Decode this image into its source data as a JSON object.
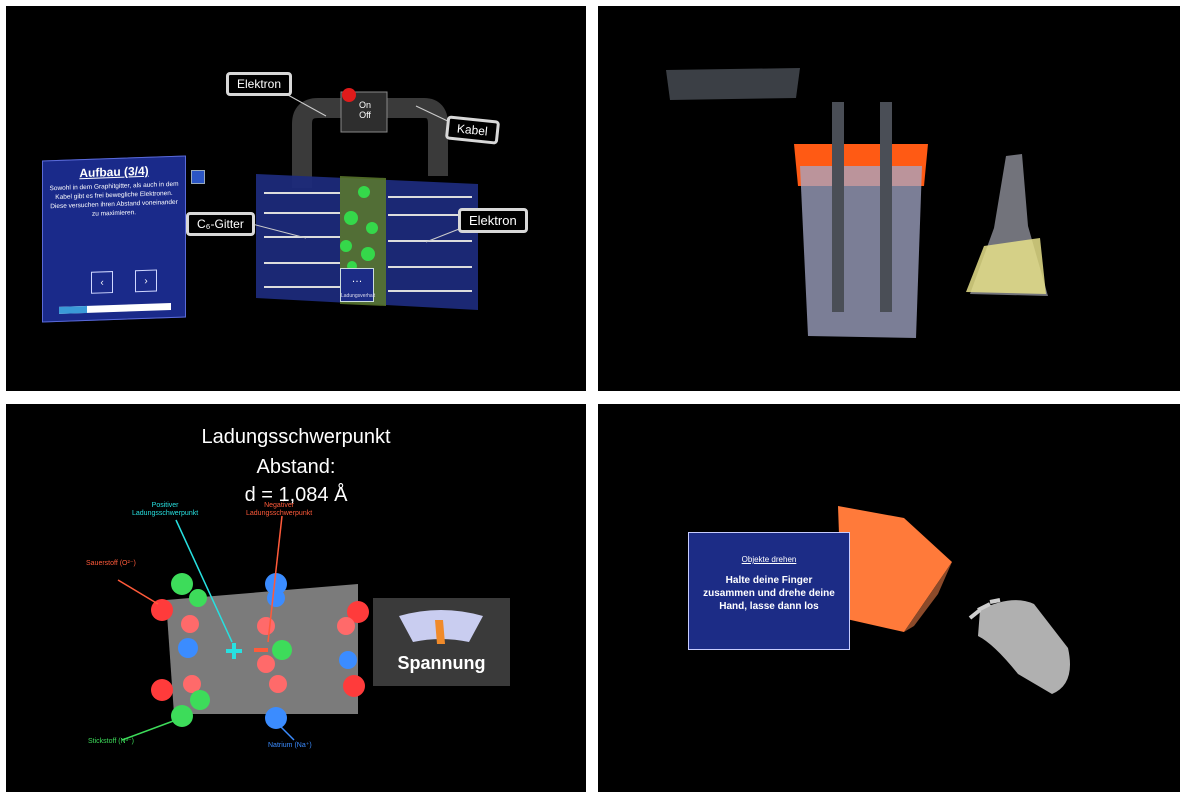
{
  "panel1": {
    "labels": {
      "elektron_top": "Elektron",
      "kabel": "Kabel",
      "gitter": "C₆-Gitter",
      "elektron_right": "Elektron"
    },
    "switch": {
      "on": "On",
      "off": "Off"
    },
    "info_card": {
      "title": "Aufbau (3/4)",
      "body": "Sowohl in dem Graphitgitter, als auch in dem Kabel gibt es frei bewegliche Elektronen. Diese versuchen ihren Abstand voneinander zu maximieren.",
      "progress": 0.25
    },
    "bottom_button": {
      "symbol": "…",
      "label": "Ladungsverhalt"
    },
    "icons": {
      "prev": "chevron-left-icon",
      "next": "chevron-right-icon",
      "pin": "pin-icon"
    }
  },
  "panel3": {
    "heading_line1": "Ladungsschwerpunkt",
    "heading_line2": "Abstand:",
    "heading_line3": "d = 1,084 Å",
    "label_pos": "Positiver\nLadungsschwerpunkt",
    "label_neg": "Negativer\nLadungsschwerpunkt",
    "label_o": "Sauerstoff (O²⁻)",
    "label_n": "Stickstoff (N³⁻)",
    "label_na": "Natrium (Na⁺)",
    "meter_label": "Spannung",
    "colors": {
      "pos": "#27e0e0",
      "neg": "#ff5a3a",
      "green": "#3ddc5a",
      "blue": "#3b8cff",
      "red": "#ff3b3b"
    }
  },
  "panel4": {
    "card_title": "Objekte drehen",
    "card_body": "Halte deine Finger zusammen und drehe deine Hand, lasse dann los"
  }
}
